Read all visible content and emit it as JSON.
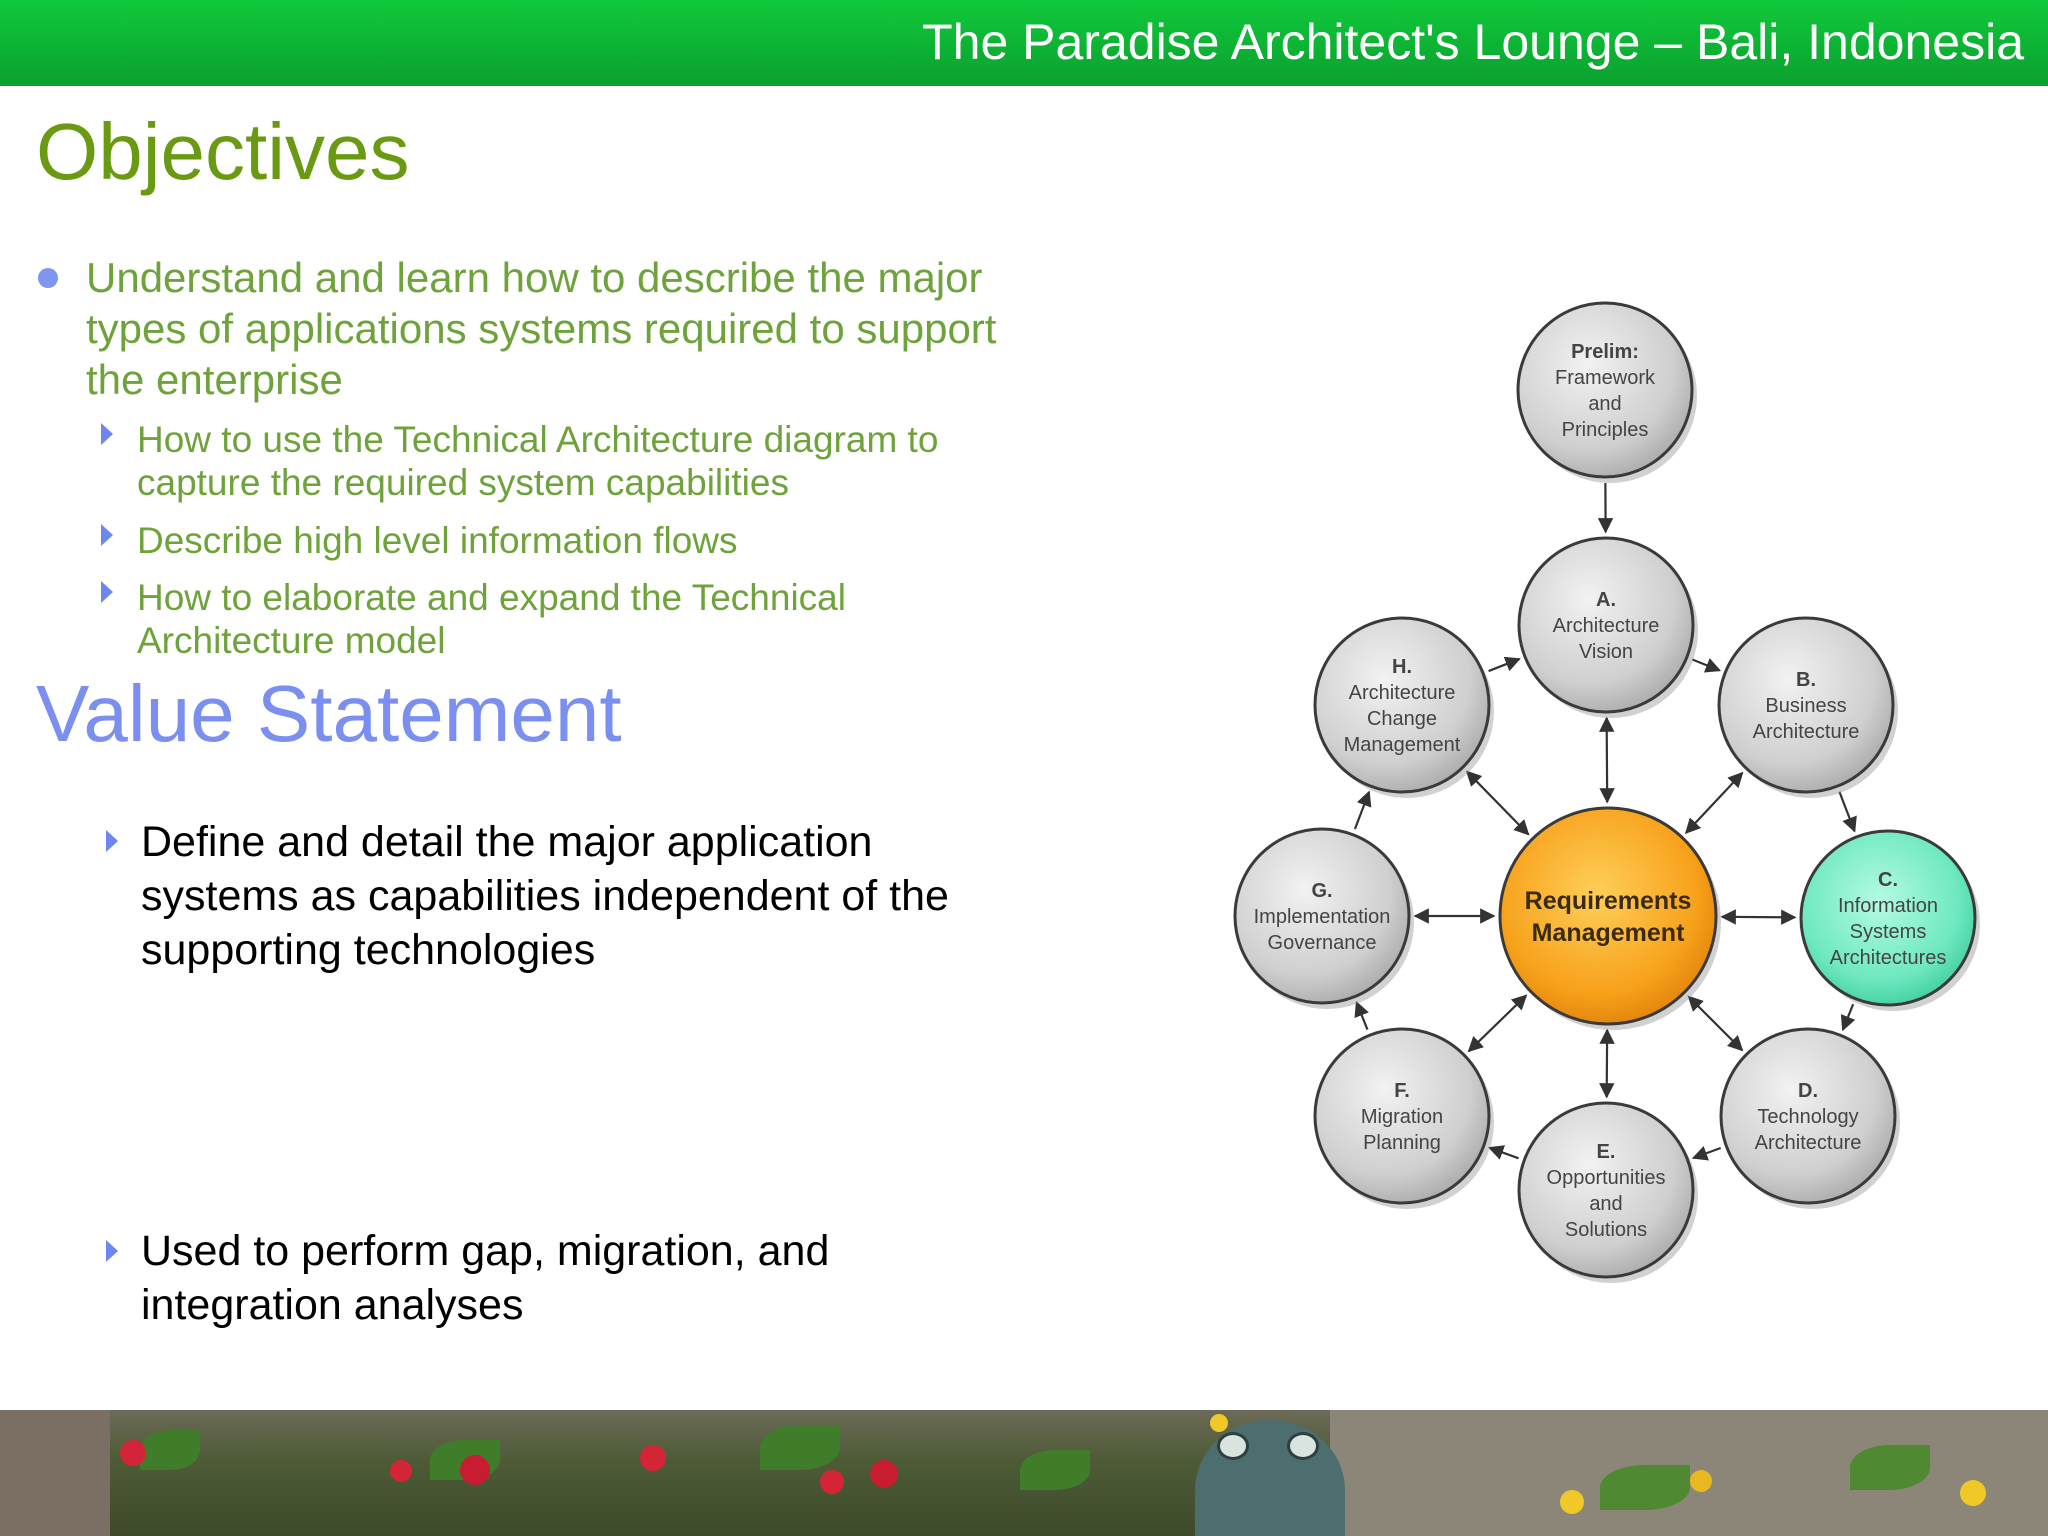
{
  "header": {
    "title": "The Paradise Architect's Lounge – Bali, Indonesia"
  },
  "objectives": {
    "heading": "Objectives",
    "main_bullet": "Understand and learn how to describe the major types of applications systems required to support the enterprise",
    "sub_bullets": [
      "How to use the Technical Architecture diagram to capture the required system capabilities",
      "Describe high level information flows",
      "How to elaborate and expand the Technical Architecture model"
    ]
  },
  "value_statement": {
    "heading": "Value Statement",
    "bullets": [
      "Define and detail the major application systems as capabilities independent of the supporting technologies",
      "Used to perform gap, migration, and integration analyses"
    ]
  },
  "diagram": {
    "center": {
      "lines": [
        "Requirements",
        "Management"
      ]
    },
    "nodes": [
      {
        "id": "prelim",
        "title": "Prelim:",
        "lines": [
          "Framework",
          "and",
          "Principles"
        ]
      },
      {
        "id": "a",
        "title": "A.",
        "lines": [
          "Architecture",
          "Vision"
        ]
      },
      {
        "id": "b",
        "title": "B.",
        "lines": [
          "Business",
          "Architecture"
        ]
      },
      {
        "id": "c",
        "title": "C.",
        "lines": [
          "Information",
          "Systems",
          "Architectures"
        ],
        "highlight": true
      },
      {
        "id": "d",
        "title": "D.",
        "lines": [
          "Technology",
          "Architecture"
        ]
      },
      {
        "id": "e",
        "title": "E.",
        "lines": [
          "Opportunities",
          "and",
          "Solutions"
        ]
      },
      {
        "id": "f",
        "title": "F.",
        "lines": [
          "Migration",
          "Planning"
        ]
      },
      {
        "id": "g",
        "title": "G.",
        "lines": [
          "Implementation",
          "Governance"
        ]
      },
      {
        "id": "h",
        "title": "H.",
        "lines": [
          "Architecture",
          "Change",
          "Management"
        ]
      }
    ],
    "colors": {
      "node": "#d6d6d6",
      "center": "#f5a019",
      "highlight": "#6ee8c0",
      "text": "#444444"
    }
  }
}
